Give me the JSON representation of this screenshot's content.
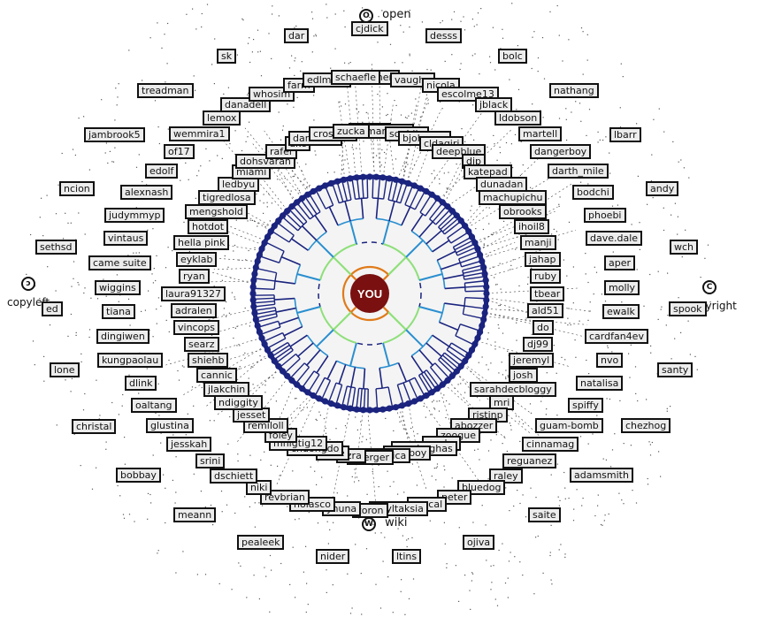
{
  "center": {
    "label": "YOU"
  },
  "symbols": {
    "open": {
      "text": "open",
      "icon": "open-access-icon"
    },
    "copyleft": {
      "text": "copyleft",
      "icon": "copyleft-icon"
    },
    "copyright": {
      "text": "copyright",
      "icon": "copyright-icon"
    },
    "wiki": {
      "text": "wiki",
      "icon": "wiki-icon"
    }
  },
  "colors": {
    "center_fill": "#7a1010",
    "inner_branch": "#e07b1a",
    "mid_branch": "#8fe07a",
    "outer_branch": "#2a8fd0",
    "leaf_branch": "#1a237e",
    "ring": "#1a237e"
  },
  "users": [
    "mcerlg",
    "marko11",
    "sophlin",
    "bjohanso",
    "cldagiri",
    "deepblue",
    "djp",
    "katepad",
    "dunadan",
    "machupichu",
    "obrooks",
    "ihoil8",
    "manji",
    "jahap",
    "ruby",
    "tbear",
    "ald51",
    "do",
    "dj99",
    "jeremyl",
    "josh",
    "sarahdecbloggy",
    "mri",
    "ristinp",
    "abozzer",
    "zoogue",
    "noahp",
    "vanderghas",
    "cureboy",
    "monica",
    "oberger",
    "ezra",
    "dude",
    "chuongdo",
    "mhigtig12",
    "foley",
    "remiloll",
    "jesset",
    "ndiggity",
    "jlakchin",
    "cannic",
    "shiehb",
    "searz",
    "vincops",
    "adralen",
    "laura91327",
    "ryan",
    "eyklab",
    "hella pink",
    "hotdot",
    "mengshold",
    "tigredlosa",
    "ledbyu",
    "miami",
    "dohsvaran",
    "rafer",
    "dkc",
    "danielle r",
    "crosette",
    "zucka",
    "merl",
    "vaughn",
    "nicola",
    "escolme13",
    "jblack",
    "ldobson",
    "martell",
    "dangerboy",
    "darth_mile",
    "bodchi",
    "phoebi",
    "dave.dale",
    "aper",
    "molly",
    "ewalk",
    "cardfan4ev",
    "nvo",
    "natalisa",
    "spiffy",
    "guam-bomb",
    "cinnamag",
    "reguanez",
    "raley",
    "bluedog",
    "peter",
    "acycal",
    "ldtyltaksia",
    "zoron",
    "yhuna",
    "nolasco",
    "revbrian",
    "niki",
    "dschiett",
    "srini",
    "jesskah",
    "glustina",
    "oaltang",
    "dlink",
    "kungpaolau",
    "dingiwen",
    "tiana",
    "wiggins",
    "came suite",
    "vintaus",
    "judymmyp",
    "alexnash",
    "edolf",
    "of17",
    "wemmira1",
    "lemox",
    "danadell",
    "whosim",
    "farm",
    "edlmore",
    "schaefle",
    "cjdick",
    "desss",
    "bolc",
    "nathang",
    "lbarr",
    "andy",
    "wch",
    "spook",
    "santy",
    "chezhog",
    "adamsmith",
    "saite",
    "ojiva",
    "ltins",
    "nider",
    "pealeek",
    "meann",
    "bobbay",
    "christal",
    "lone",
    "ed",
    "sethsd",
    "ncion",
    "jambrook5",
    "treadman",
    "sk",
    "dar"
  ]
}
